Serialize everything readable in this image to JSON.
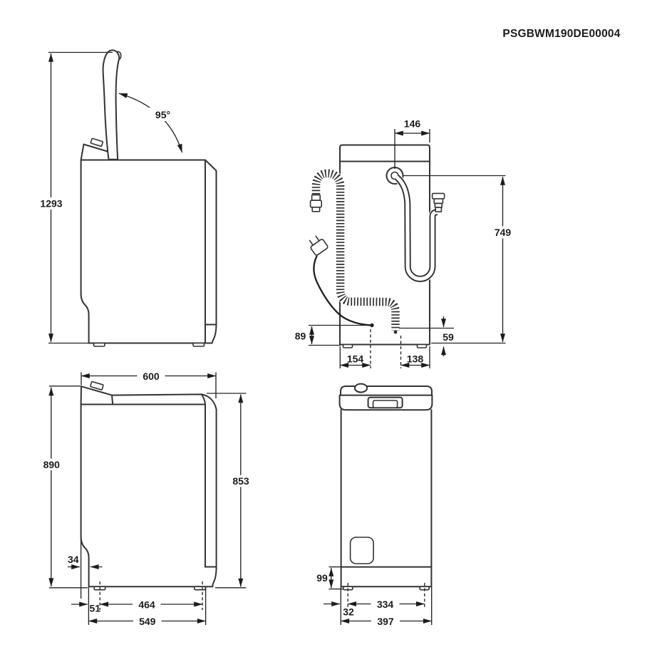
{
  "title": "PSGBWM190DE00004",
  "drawing": {
    "side_open_view": {
      "dims": {
        "overall_height_lid_open": "1293",
        "lid_opening_angle": "95°"
      }
    },
    "rear_view": {
      "dims": {
        "inlet_hose_offset": "146",
        "inlet_hose_height": "749",
        "power_cord_height": "89",
        "power_cord_offset": "154",
        "drain_hose_offset": "138",
        "drain_hose_height": "59"
      }
    },
    "side_view": {
      "dims": {
        "top_depth": "600",
        "overall_height": "890",
        "worktop_height": "853",
        "base_inset": "34",
        "front_foot_offset": "51",
        "foot_spacing": "464",
        "base_depth": "549"
      }
    },
    "front_view": {
      "dims": {
        "plinth_height": "99",
        "foot_edge_offset": "32",
        "foot_spacing": "334",
        "overall_width": "397"
      }
    }
  }
}
